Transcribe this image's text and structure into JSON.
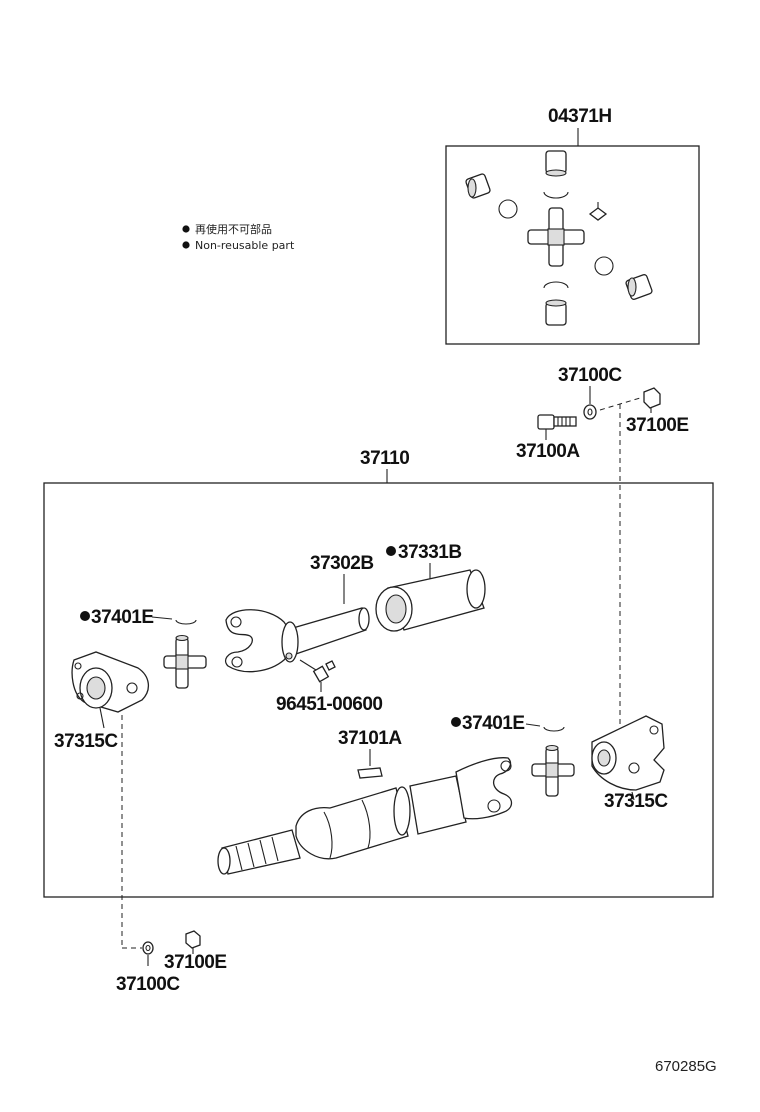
{
  "legend": {
    "items": [
      {
        "text": "再使用不可部品"
      },
      {
        "text": "Non-reusable part"
      }
    ]
  },
  "parts": {
    "p04371H": "04371H",
    "p37100C_top": "37100C",
    "p37100A": "37100A",
    "p37100E_top": "37100E",
    "p37110": "37110",
    "p37302B": "37302B",
    "p37331B": "37331B",
    "p37401E_left": "37401E",
    "p37401E_right": "37401E",
    "p96451": "96451-00600",
    "p37315C_left": "37315C",
    "p37315C_right": "37315C",
    "p37101A": "37101A",
    "p37100E_bottom": "37100E",
    "p37100C_bottom": "37100C"
  },
  "diagram_code": "670285G"
}
